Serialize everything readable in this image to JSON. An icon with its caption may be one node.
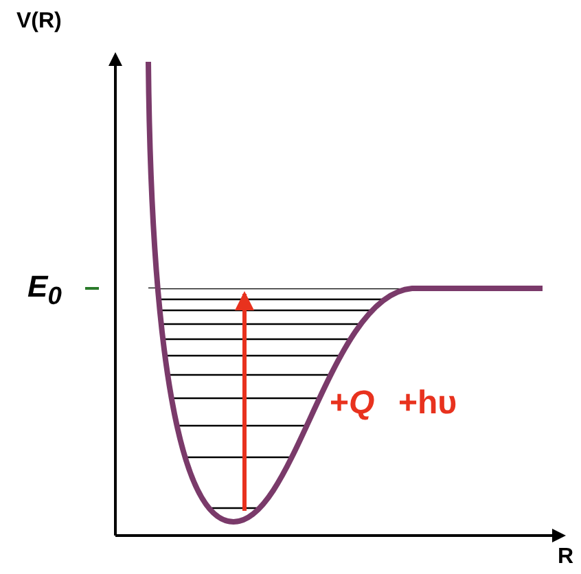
{
  "diagram": {
    "labels": [
      "V(R)",
      "E$_{0}$",
      "+*Q*",
      "+hυ",
      "R"
    ]
  }
}
